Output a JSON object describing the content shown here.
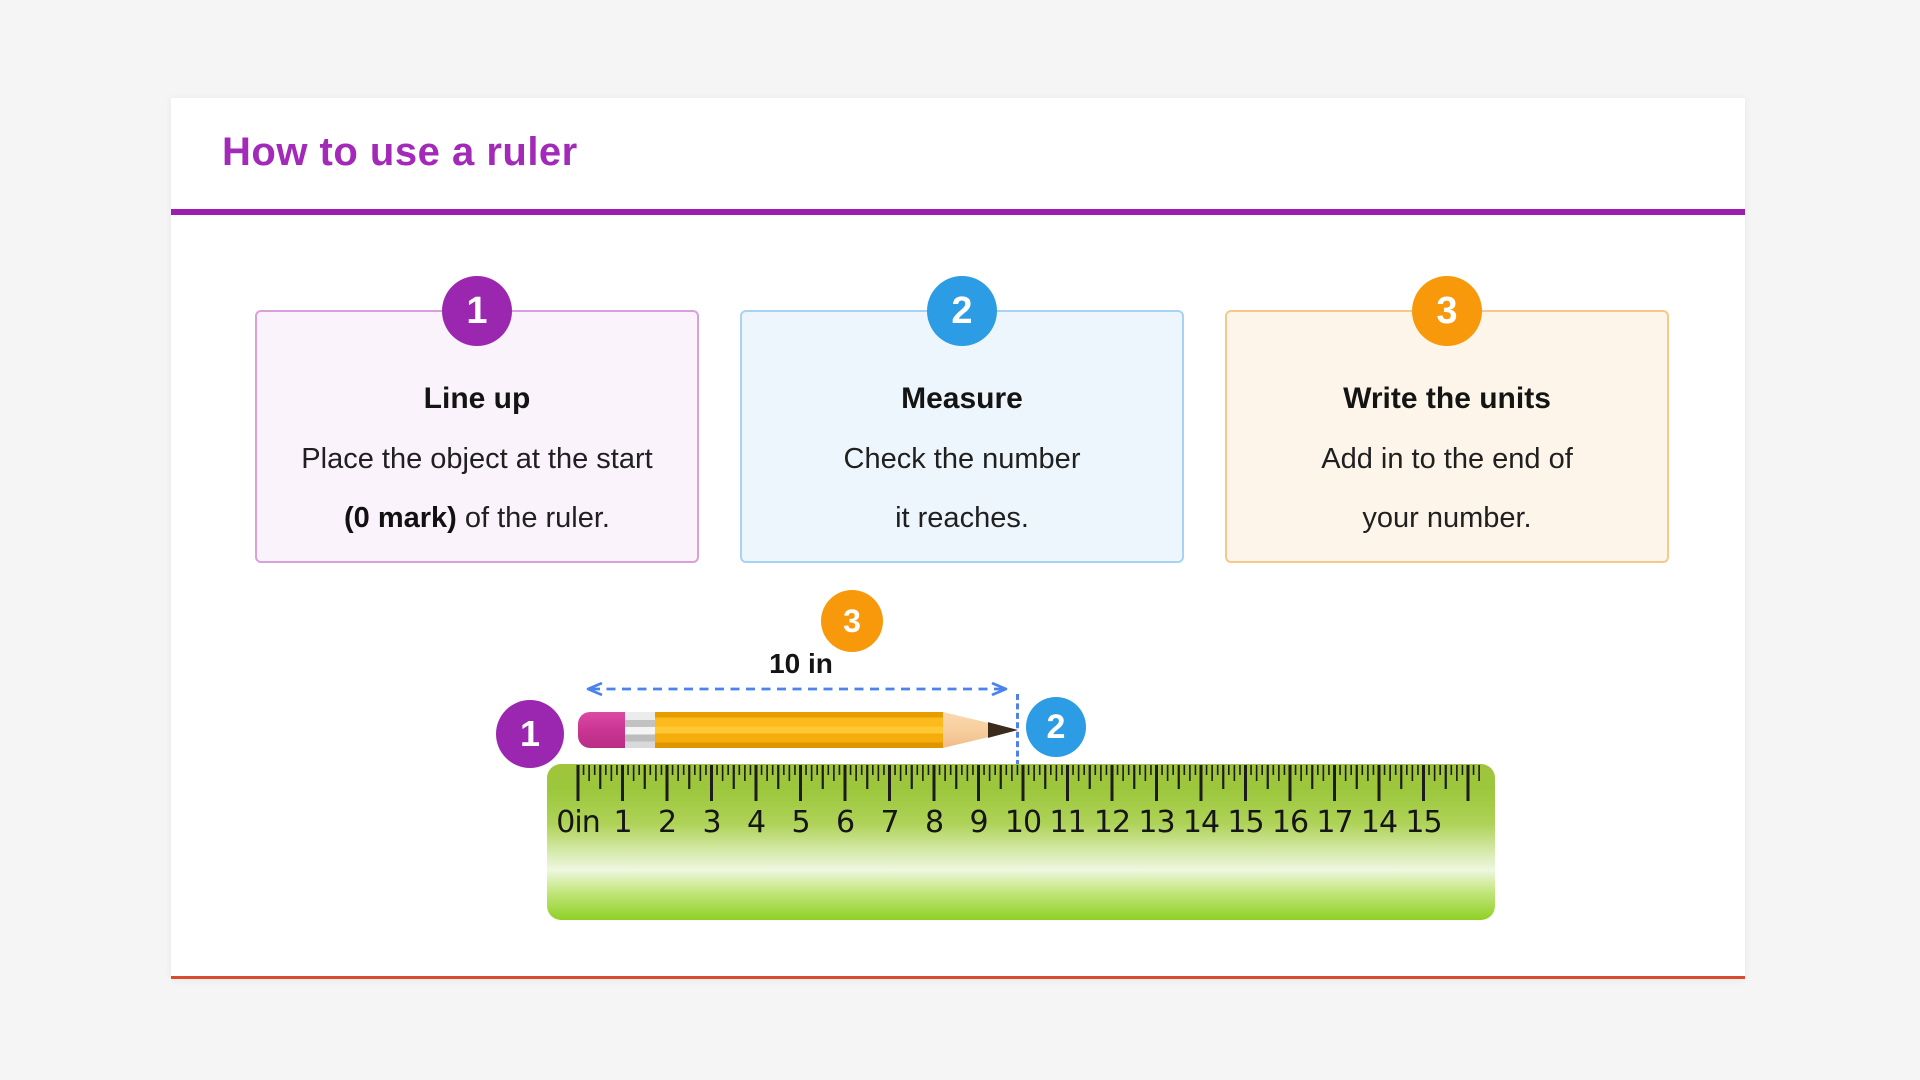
{
  "title": "How to use a ruler",
  "colors": {
    "title_text": "#a32ab8",
    "divider": "#9c1db0",
    "panel_bottom_border": "#d94a2f",
    "arrow_blue": "#4c83ea",
    "ruler_green": "#9cc73c"
  },
  "steps": [
    {
      "number": "1",
      "title": "Line up",
      "body_line1": "Place the object at the start",
      "body_line2_bold": "(0 mark)",
      "body_line2": " of the ruler.",
      "accent": "#9b27b0",
      "bg": "#faf3fb",
      "border": "#d9a0dc"
    },
    {
      "number": "2",
      "title": "Measure",
      "body_line1": "Check the number",
      "body_line2_bold": "",
      "body_line2": "it reaches.",
      "accent": "#2c9ce4",
      "bg": "#eef6fd",
      "border": "#a8d2f2"
    },
    {
      "number": "3",
      "title": "Write the units",
      "body_line1": "Add in to the end of",
      "body_line2_bold": "",
      "body_line2": "your number.",
      "accent": "#f8990b",
      "bg": "#fdf5e9",
      "border": "#f6c88c"
    }
  ],
  "illustration": {
    "measurement_label": "10 in",
    "start_badge": "1",
    "end_badge": "2",
    "units_badge": "3",
    "ruler_unit_suffix": "in",
    "ruler_labels": [
      "0in",
      "1",
      "2",
      "3",
      "4",
      "5",
      "6",
      "7",
      "8",
      "9",
      "10",
      "11",
      "12",
      "13",
      "14",
      "15",
      "16",
      "17",
      "14",
      "15"
    ]
  }
}
